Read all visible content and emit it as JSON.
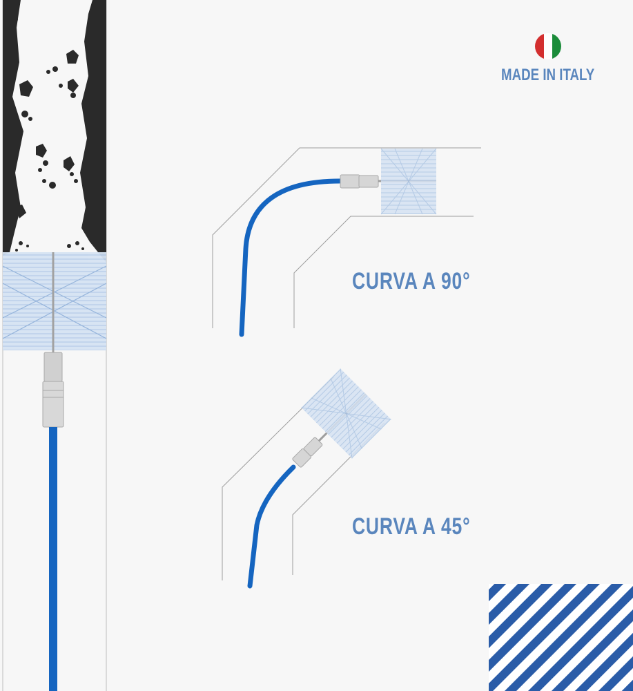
{
  "badge": {
    "text": "MADE IN ITALY"
  },
  "labels": {
    "curve_90": "CURVA A 90°",
    "curve_45": "CURVA A 45°"
  },
  "colors": {
    "cable": "#1565c0",
    "text": "#5a86bd",
    "soot": "#2a2a2a",
    "brush": "#a9c3e3",
    "stripes": "#2a5ca8",
    "flag_green": "#1b8c3a",
    "flag_white": "#ffffff",
    "flag_red": "#d32f2f"
  }
}
